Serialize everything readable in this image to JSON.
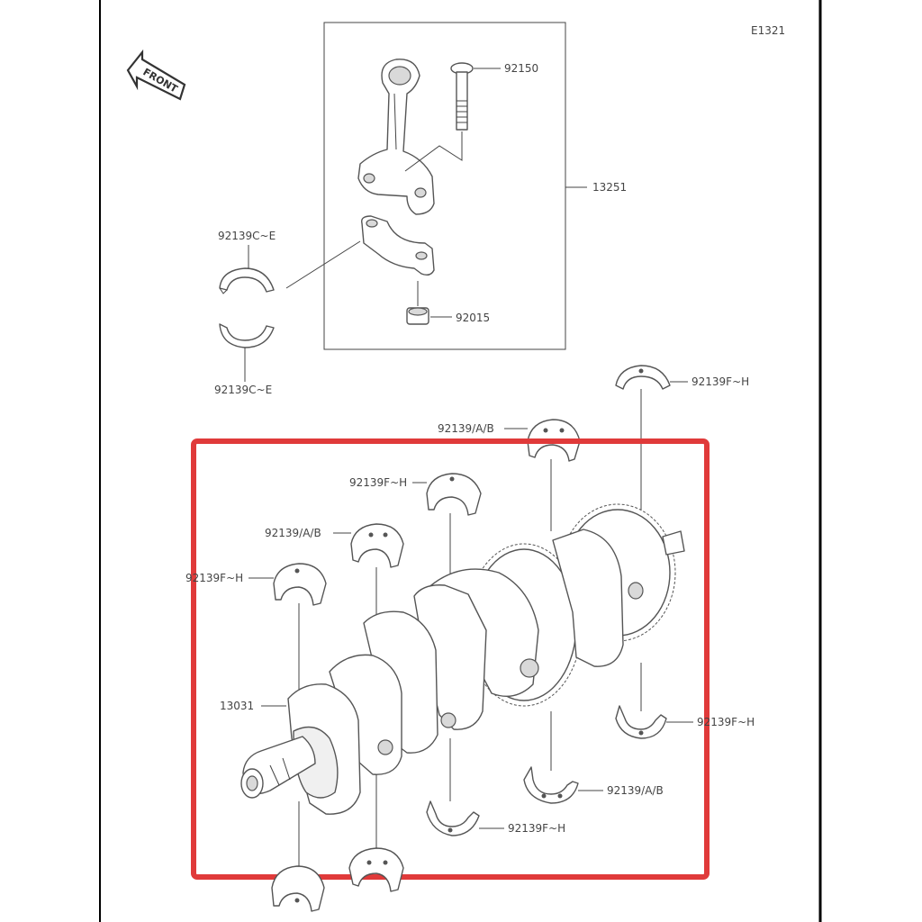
{
  "diagram": {
    "code": "E1321",
    "front_label": "FRONT",
    "labels": {
      "bolt": "92150",
      "conrod_assy": "13251",
      "conrod_bearing_upper": "92139C~E",
      "conrod_bearing_lower": "92139C~E",
      "nut": "92015",
      "main_bearing_top_right": "92139F~H",
      "main_bearing_ab_top": "92139/A/B",
      "main_bearing_fh_mid": "92139F~H",
      "main_bearing_ab_mid": "92139/A/B",
      "main_bearing_fh_left": "92139F~H",
      "crankshaft": "13031",
      "main_bearing_fh_right_lower": "92139F~H",
      "main_bearing_ab_lower": "92139/A/B",
      "main_bearing_fh_bottom": "92139F~H"
    },
    "colors": {
      "line": "#444444",
      "highlight_frame": "#e03a3a",
      "page_edge": "#000000"
    }
  }
}
